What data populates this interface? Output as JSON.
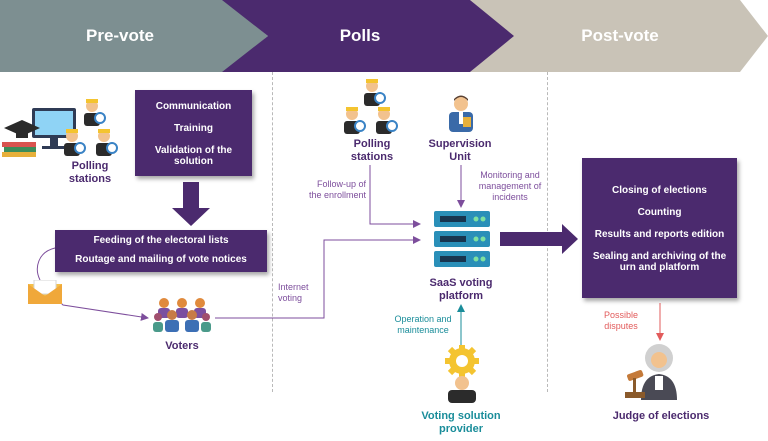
{
  "phases": {
    "prevote": "Pre-vote",
    "polls": "Polls",
    "postvote": "Post-vote"
  },
  "prevote": {
    "polling_stations": [
      "Polling",
      "stations"
    ],
    "setup_box": [
      "Communication",
      "Training",
      "Validation of the",
      "solution"
    ],
    "lists_box": [
      "Feeding of the electoral lists",
      "Routage and mailing of vote notices"
    ],
    "voters": "Voters",
    "internet_voting": [
      "Internet",
      "voting"
    ]
  },
  "polls": {
    "polling_stations": [
      "Polling",
      "stations"
    ],
    "supervision_unit": [
      "Supervision",
      "Unit"
    ],
    "followup": [
      "Follow-up of",
      "the enrollment"
    ],
    "monitoring": [
      "Monitoring and",
      "management of",
      "incidents"
    ],
    "platform": [
      "SaaS voting",
      "platform"
    ],
    "operation": [
      "Operation and",
      "maintenance"
    ],
    "provider": [
      "Voting solution",
      "provider"
    ]
  },
  "postvote": {
    "box": [
      "Closing of elections",
      "Counting",
      "Results and reports edition",
      "Sealing and archiving of the",
      "urn and platform"
    ],
    "disputes": [
      "Possible",
      "disputes"
    ],
    "judge": "Judge of elections"
  },
  "colors": {
    "prevote_banner": "#7d8f91",
    "polls_banner": "#4b2a6e",
    "postvote_banner": "#c9c3b7",
    "box_purple": "#4b2a6e",
    "teal": "#1a8d9a",
    "red": "#e25b5b",
    "note_purple": "#7d4e9c"
  },
  "icons": [
    "computer-graduation-icon",
    "person-group-icon",
    "envelope-icon",
    "voters-crowd-icon",
    "supervisor-icon",
    "server-stack-icon",
    "gear-person-icon",
    "judge-icon"
  ]
}
